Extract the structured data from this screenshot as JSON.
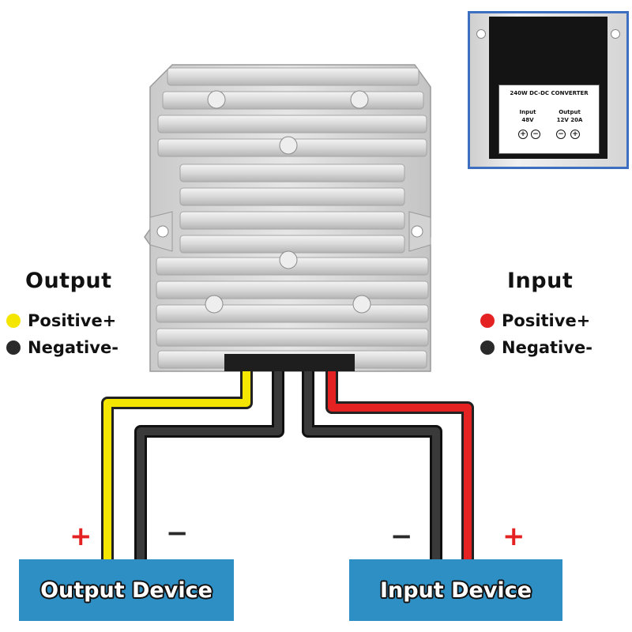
{
  "output_legend": {
    "title": "Output",
    "positive": "Positive+",
    "negative": "Negative-",
    "positive_color": "#f5e600",
    "negative_color": "#2a2a2a"
  },
  "input_legend": {
    "title": "Input",
    "positive": "Positive+",
    "negative": "Negative-",
    "positive_color": "#e52222",
    "negative_color": "#2a2a2a"
  },
  "devices": {
    "output_label": "Output Device",
    "input_label": "Input Device",
    "box_color": "#2e8fc4"
  },
  "signs": {
    "output_plus": "+",
    "output_minus": "−",
    "input_minus": "−",
    "input_plus": "+",
    "plus_color": "#e52222",
    "minus_color": "#2a2a2a"
  },
  "inset_label": {
    "title": "240W DC-DC CONVERTER",
    "input_heading": "Input",
    "input_value": "48V",
    "output_heading": "Output",
    "output_value": "12V 20A",
    "inset_border_color": "#3d6fc0"
  }
}
